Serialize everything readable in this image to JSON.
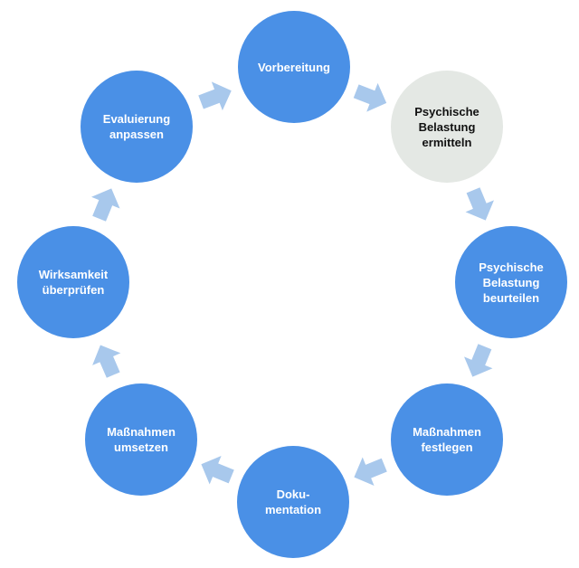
{
  "cycle": {
    "nodes": [
      {
        "id": "vorbereitung",
        "label": "Vorbereitung",
        "state": "normal"
      },
      {
        "id": "belastung-ermitteln",
        "label": "Psychische\nBelastung\nermitteln",
        "state": "active"
      },
      {
        "id": "belastung-beurteilen",
        "label": "Psychische\nBelastung\nbeurteilen",
        "state": "normal"
      },
      {
        "id": "massnahmen-festlegen",
        "label": "Maßnahmen\nfestlegen",
        "state": "normal"
      },
      {
        "id": "dokumentation",
        "label": "Doku-\nmentation",
        "state": "normal"
      },
      {
        "id": "massnahmen-umsetzen",
        "label": "Maßnahmen\numsetzen",
        "state": "normal"
      },
      {
        "id": "wirksamkeit-ueberpruefen",
        "label": "Wirksamkeit\nüberprüfen",
        "state": "normal"
      },
      {
        "id": "evaluierung-anpassen",
        "label": "Evaluierung\nanpassen",
        "state": "normal"
      }
    ],
    "colors": {
      "node": "#4a90e6",
      "active_node": "#e4e8e4",
      "arrow": "#a8c8ec"
    },
    "arrow_icon": "block-arrow-icon"
  }
}
